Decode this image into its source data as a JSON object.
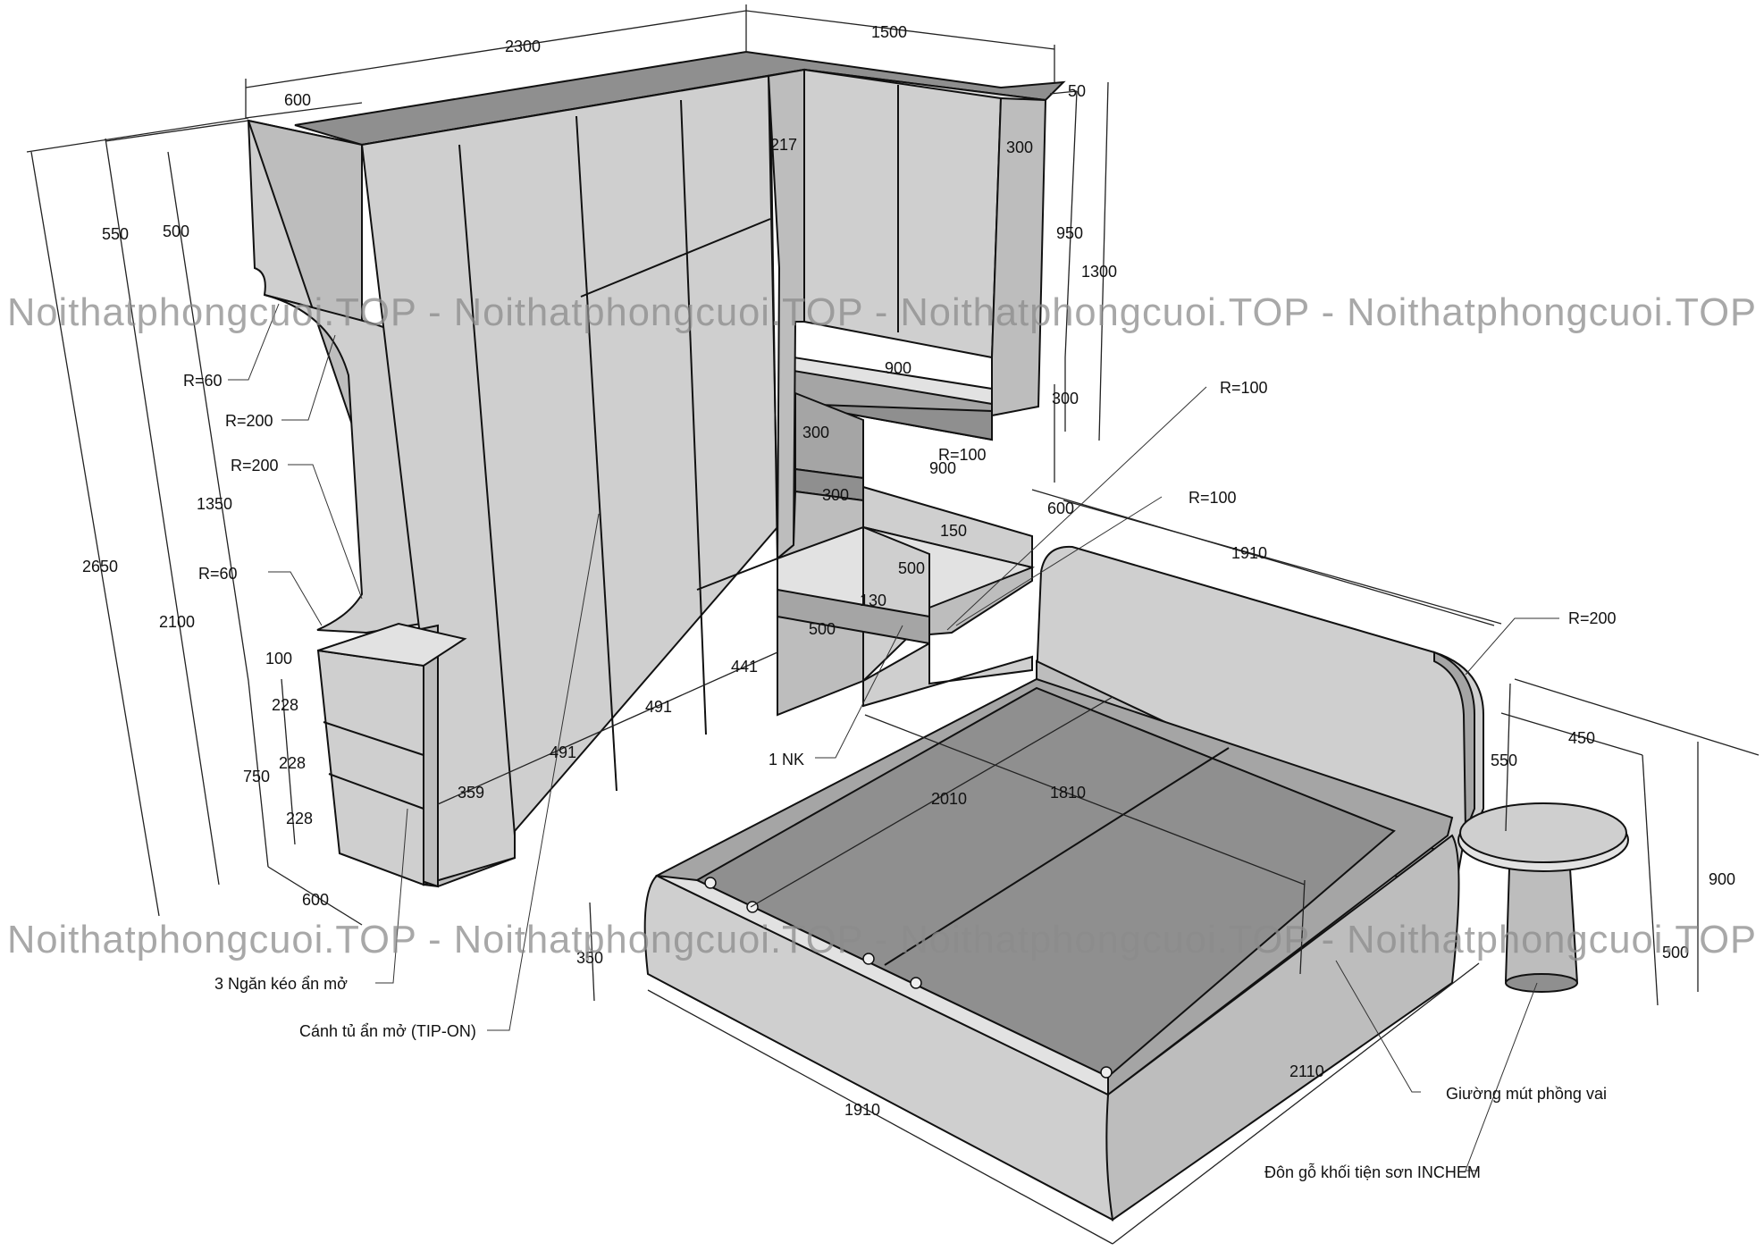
{
  "watermark": "Noithatphongcuoi.TOP - Noithatphongcuoi.TOP - Noithatphongcuoi.TOP - Noithatphongcuoi.TOP",
  "dimensions": {
    "top_left_width": "2300",
    "top_right_width": "1500",
    "left_depth": "600",
    "right_top_depth": "50",
    "niche_217": "217",
    "right_depth_300": "300",
    "h_550": "550",
    "h_500": "500",
    "h_950": "950",
    "h_1300": "1300",
    "shelf_900_a": "900",
    "h_300_a": "300",
    "r_60_a": "R=60",
    "r_200_a": "R=200",
    "r_200_b": "R=200",
    "r_60_b": "R=60",
    "r_100_a": "R=100",
    "r_100_b": "R=100",
    "r_100_c": "R=100",
    "desk_300_a": "300",
    "desk_300_b": "300",
    "desk_900": "900",
    "desk_600": "600",
    "desk_150": "150",
    "desk_500": "500",
    "desk_130": "130",
    "lower_500": "500",
    "h_1350": "1350",
    "h_2650": "2650",
    "h_2100": "2100",
    "h_750": "750",
    "base_100": "100",
    "drawer_228_a": "228",
    "drawer_228_b": "228",
    "drawer_228_c": "228",
    "base_600": "600",
    "w_359": "359",
    "w_491_a": "491",
    "w_491_b": "491",
    "w_441": "441",
    "bed_1910_top": "1910",
    "bed_r200": "R=200",
    "bed_2010": "2010",
    "bed_1810": "1810",
    "bed_350": "350",
    "bed_1910_front": "1910",
    "bed_2110": "2110",
    "head_550": "550",
    "stool_450": "450",
    "stool_900": "900",
    "stool_500": "500"
  },
  "notes": {
    "nk": "1 NK",
    "drawers": "3 Ngăn kéo ẩn mở",
    "tip_on": "Cánh tủ ẩn mở (TIP-ON)",
    "bed": "Giường mút phồng vai",
    "stool": "Đôn gỗ khối tiện sơn INCHEM"
  }
}
